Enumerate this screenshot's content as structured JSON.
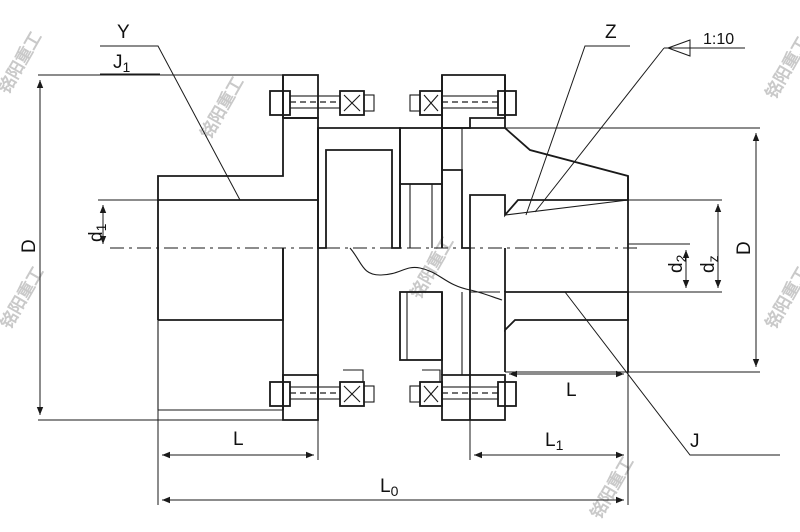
{
  "labels": {
    "Y": "Y",
    "J1": "J1",
    "J1_main": "J",
    "J1_sub": "1",
    "Z": "Z",
    "taper": "1:10",
    "D_left": "D",
    "D_right": "D",
    "d1_main": "d",
    "d1_sub": "1",
    "d2_main": "d",
    "d2_sub": "2",
    "dz_main": "d",
    "dz_sub": "z",
    "L_left": "L",
    "L_right": "L",
    "L1_main": "L",
    "L1_sub": "1",
    "L0_main": "L",
    "L0_sub": "0",
    "J": "J"
  },
  "watermark": "铭阳重工",
  "colors": {
    "line": "#1a1a1a",
    "hatch": "#1a1a1a",
    "background": "#ffffff",
    "watermark": "#c9c9c9"
  }
}
